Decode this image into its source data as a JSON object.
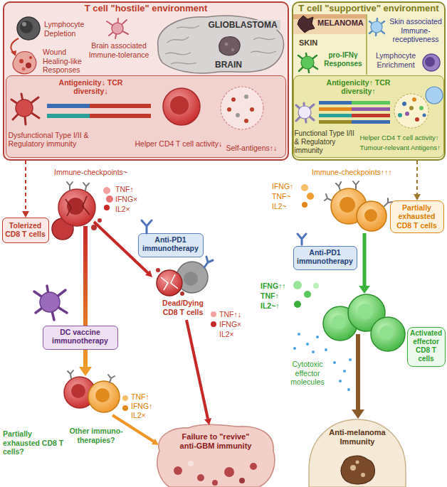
{
  "diagram": {
    "nodes": [
      {
        "text": [
          "T cell \"hostile\" environment",
          "Lymphocyte Depletion",
          "Wound Healing-like Responses",
          "Brain associated Immune-tolerance",
          "GLIOBLASTOMA",
          "BRAIN"
        ]
      },
      {
        "text": [
          "Antigenicity↓ TCR diversity↓",
          "Dysfunctional Type I/II & Regulatory immunity",
          "Helper CD4 T cell activity↓",
          "Self-antigens↑↓"
        ],
        "in": 0
      },
      {
        "text": [
          "T cell \"supportive\" environment",
          "MELANOMA",
          "SKIN",
          "Skin associated Immune-receptiveness",
          "pro-IFNγ Responses",
          "Lymphocyte Enrichment"
        ]
      },
      {
        "text": [
          "Antigenicity↑ TCR diversity↑",
          "Functional Type I/II & Regulatory immunity",
          "Helper CD4 T cell activity↑",
          "Tumour-relevant Antigens↑"
        ],
        "in": 2
      },
      {
        "text": [
          "Tolerized CD8 T cells"
        ]
      },
      {
        "text": [
          "Partially exhausted CD8 T cells"
        ]
      },
      {
        "text": [
          "Anti-PD1 immunotherapy"
        ]
      },
      {
        "text": [
          "Anti-PD1 immunotherapy"
        ]
      },
      {
        "text": [
          "DC vaccine immunotherapy"
        ]
      },
      {
        "text": [
          "Activated effector CD8 T cells"
        ]
      },
      {
        "text": [
          "Failure to \"revive\" anti-GBM immunity"
        ]
      },
      {
        "text": [
          "Anti-melanoma Immunity"
        ]
      }
    ],
    "edges": [
      {
        "from": 0,
        "to": 4,
        "arrow": "to"
      },
      {
        "from": 2,
        "to": 5,
        "arrow": "to"
      }
    ],
    "labels": [
      "Immune-checkpoints~",
      "TNF↑",
      "IFNG×",
      "IL2×",
      "Dead/Dying CD8 T cells",
      "TNF↑↓",
      "IFNG×",
      "IL2×",
      "TNF↑",
      "IFNG↑",
      "IL2×",
      "Other immuno-therapies?",
      "Partially exhausted CD8 T cells?",
      "Immune-checkpoints↑↑↑",
      "IFNG↑",
      "TNF~",
      "IL2~",
      "IFNG↑↑",
      "TNF↑",
      "IL2~↑",
      "Cytotoxic effector molecules"
    ]
  }
}
